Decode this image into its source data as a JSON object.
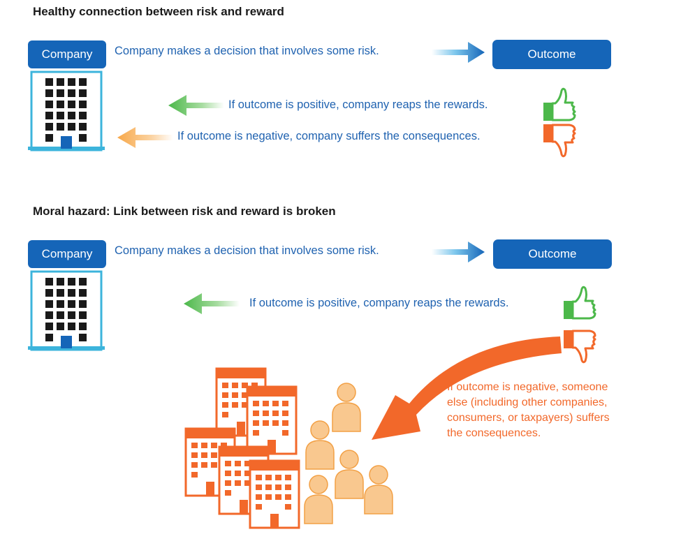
{
  "colors": {
    "blue": "#1565b8",
    "text_blue": "#1f62b0",
    "building_teal": "#3cb4dc",
    "green": "#4cb84a",
    "orange": "#f2682a",
    "light_orange": "#f7a84a",
    "peach": "#f9c88f"
  },
  "healthy": {
    "title": "Healthy connection between risk and reward",
    "company_label": "Company",
    "decision_text": "Company makes a decision that involves some risk.",
    "outcome_label": "Outcome",
    "positive_text": "If outcome is positive, company reaps the rewards.",
    "negative_text": "If outcome is negative, company suffers the consequences.",
    "icons": [
      "building-icon",
      "thumbs-up-icon",
      "thumbs-down-icon"
    ]
  },
  "moral_hazard": {
    "title": "Moral hazard: Link between risk and reward is broken",
    "company_label": "Company",
    "decision_text": "Company makes a decision that involves some risk.",
    "outcome_label": "Outcome",
    "positive_text": "If outcome is positive, company reaps the rewards.",
    "negative_lines": [
      "If outcome is negative, someone",
      "else (including other companies,",
      "consumers, or taxpayers) suffers",
      "the consequences."
    ],
    "icons": [
      "building-icon",
      "thumbs-up-icon",
      "thumbs-down-icon",
      "other-companies-icon",
      "people-icon",
      "curved-arrow-icon"
    ]
  }
}
